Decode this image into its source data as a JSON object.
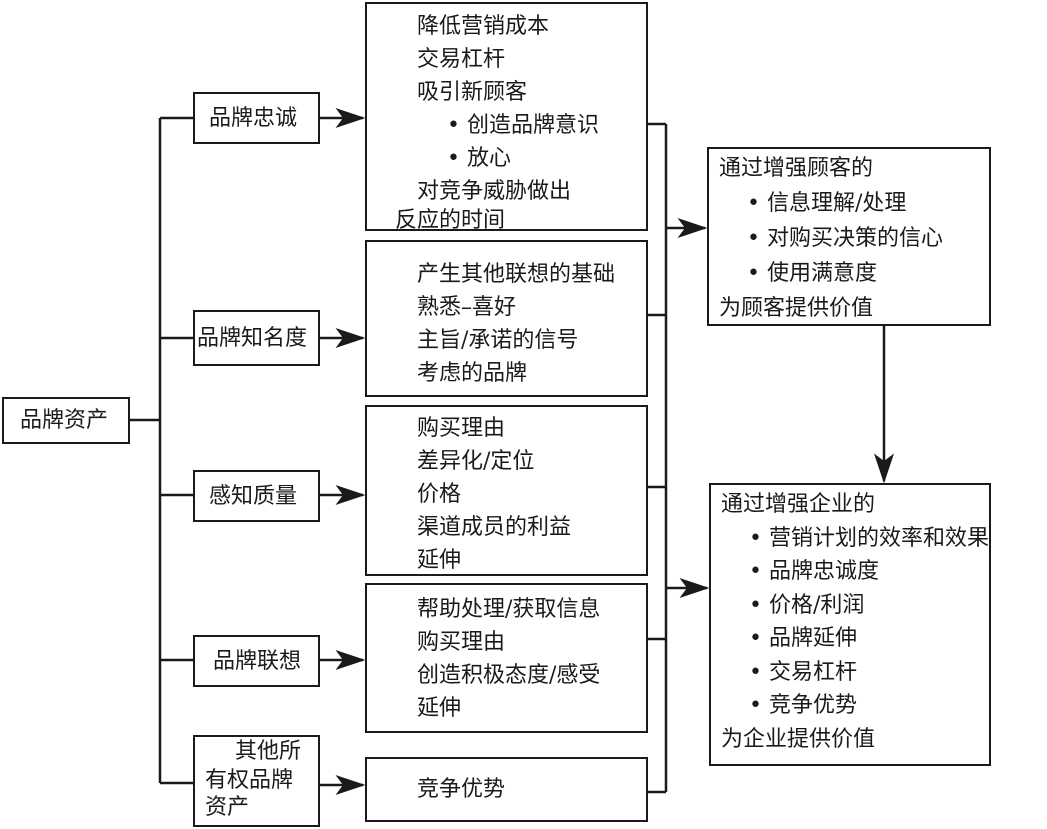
{
  "root": "品牌资产",
  "dimensions": [
    {
      "label": [
        "品牌忠诚"
      ],
      "benefits": [
        "降低营销成本",
        "交易杠杆",
        "吸引新顾客",
        "• 创造品牌意识",
        "• 放心",
        "对竞争威胁做出",
        "反应的时间"
      ]
    },
    {
      "label": [
        "品牌知名度"
      ],
      "benefits": [
        "产生其他联想的基础",
        "熟悉–喜好",
        "主旨/承诺的信号",
        "考虑的品牌"
      ]
    },
    {
      "label": [
        "感知质量"
      ],
      "benefits": [
        "购买理由",
        "差异化/定位",
        "价格",
        "渠道成员的利益",
        "延伸"
      ]
    },
    {
      "label": [
        "品牌联想"
      ],
      "benefits": [
        "帮助处理/获取信息",
        "购买理由",
        "创造积极态度/感受",
        "延伸"
      ]
    },
    {
      "label": [
        "其他所",
        "有权品牌",
        "资产"
      ],
      "benefits": [
        "竞争优势"
      ]
    }
  ],
  "customer_value": [
    "通过增强顾客的",
    "• 信息理解/处理",
    "• 对购买决策的信心",
    "• 使用满意度",
    "为顾客提供价值"
  ],
  "firm_value": [
    "通过增强企业的",
    "• 营销计划的效率和效果",
    "• 品牌忠诚度",
    "• 价格/利润",
    "• 品牌延伸",
    "• 交易杠杆",
    "• 竞争优势",
    "为企业提供价值"
  ]
}
